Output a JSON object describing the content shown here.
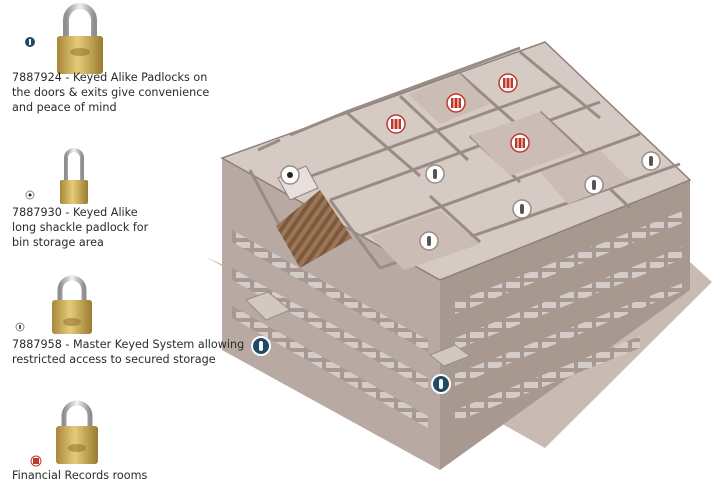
{
  "legend": [
    {
      "code": "7887924",
      "text": "7887924 - Keyed Alike Padlocks on\nthe doors & exits give convenience\nand peace of mind",
      "marker": "blue-circle-marker",
      "padlock": "brass-padlock-standard"
    },
    {
      "code": "7887930",
      "text": "7887930 - Keyed Alike\nlong shackle padlock for\nbin storage area",
      "marker": "black-dot-marker",
      "padlock": "brass-padlock-long-shackle"
    },
    {
      "code": "7887958",
      "text": "7887958 - Master Keyed System allowing\nrestricted access to secured storage",
      "marker": "white-circle-marker",
      "padlock": "brass-padlock-master-keyed"
    },
    {
      "code": "",
      "text": "Financial Records rooms",
      "marker": "red-stripe-marker",
      "padlock": "brass-padlock-financial"
    }
  ],
  "colors": {
    "blue_marker": "#1f4a66",
    "red_marker": "#c0382b",
    "building_wall": "#b9aaa3",
    "building_floor": "#d8ccc6",
    "ground": "#cdbfb8",
    "brass": "#c9a84e"
  }
}
